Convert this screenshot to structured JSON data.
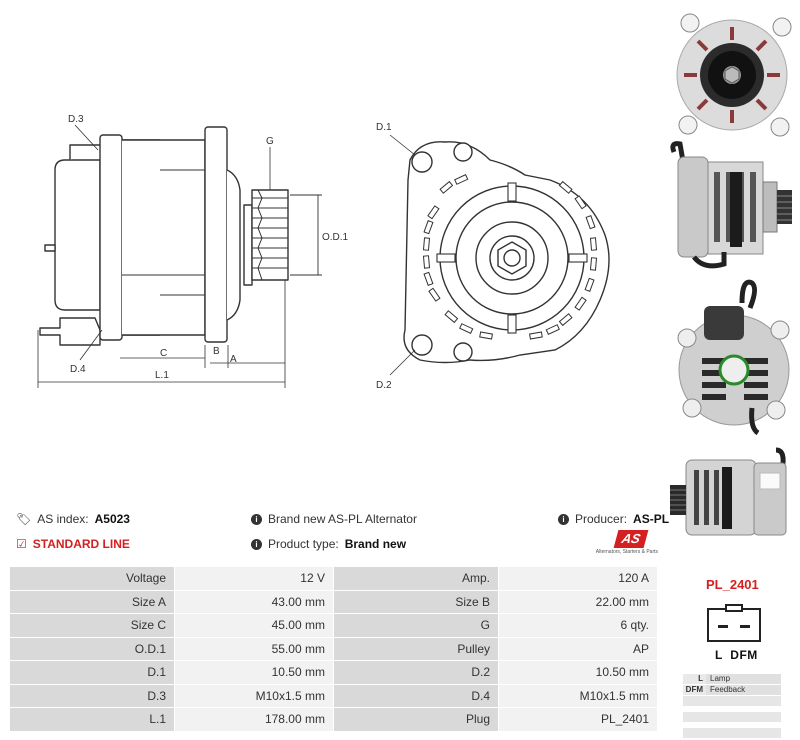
{
  "drawing": {
    "side_labels": {
      "d3": "D.3",
      "d4": "D.4",
      "g": "G",
      "od1": "O.D.1",
      "b": "B",
      "c": "C",
      "a": "A",
      "l1": "L.1"
    },
    "front_labels": {
      "d1": "D.1",
      "d2": "D.2"
    }
  },
  "info": {
    "as_index_label": "AS index:",
    "as_index_value": "A5023",
    "standard_line": "STANDARD LINE",
    "brand_text": "Brand new AS-PL Alternator",
    "product_type_label": "Product type:",
    "product_type_value": "Brand new",
    "producer_label": "Producer:",
    "producer_value": "AS-PL",
    "logo_text": "AS",
    "logo_tagline": "Alternators, Starters & Parts"
  },
  "specs": [
    {
      "l1": "Voltage",
      "v1": "12 V",
      "l2": "Amp.",
      "v2": "120 A"
    },
    {
      "l1": "Size A",
      "v1": "43.00 mm",
      "l2": "Size B",
      "v2": "22.00 mm"
    },
    {
      "l1": "Size C",
      "v1": "45.00 mm",
      "l2": "G",
      "v2": "6 qty."
    },
    {
      "l1": "O.D.1",
      "v1": "55.00 mm",
      "l2": "Pulley",
      "v2": "AP"
    },
    {
      "l1": "D.1",
      "v1": "10.50 mm",
      "l2": "D.2",
      "v2": "10.50 mm"
    },
    {
      "l1": "D.3",
      "v1": "M10x1.5 mm",
      "l2": "D.4",
      "v2": "M10x1.5 mm"
    },
    {
      "l1": "L.1",
      "v1": "178.00 mm",
      "l2": "Plug",
      "v2": "PL_2401"
    }
  ],
  "plug": {
    "title": "PL_2401",
    "pins": "L  DFM",
    "legend": [
      {
        "key": "L",
        "desc": "Lamp"
      },
      {
        "key": "DFM",
        "desc": "Feedback"
      }
    ]
  },
  "photos": [
    "alternator-front-photo",
    "alternator-side-photo",
    "alternator-rear-photo",
    "alternator-angle-photo"
  ]
}
